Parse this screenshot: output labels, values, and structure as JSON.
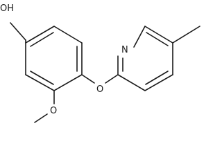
{
  "labels": {
    "hydroxyl": "OH",
    "ether_oxygen": "O",
    "methoxy_oxygen": "O",
    "pyridine_nitrogen": "N"
  }
}
